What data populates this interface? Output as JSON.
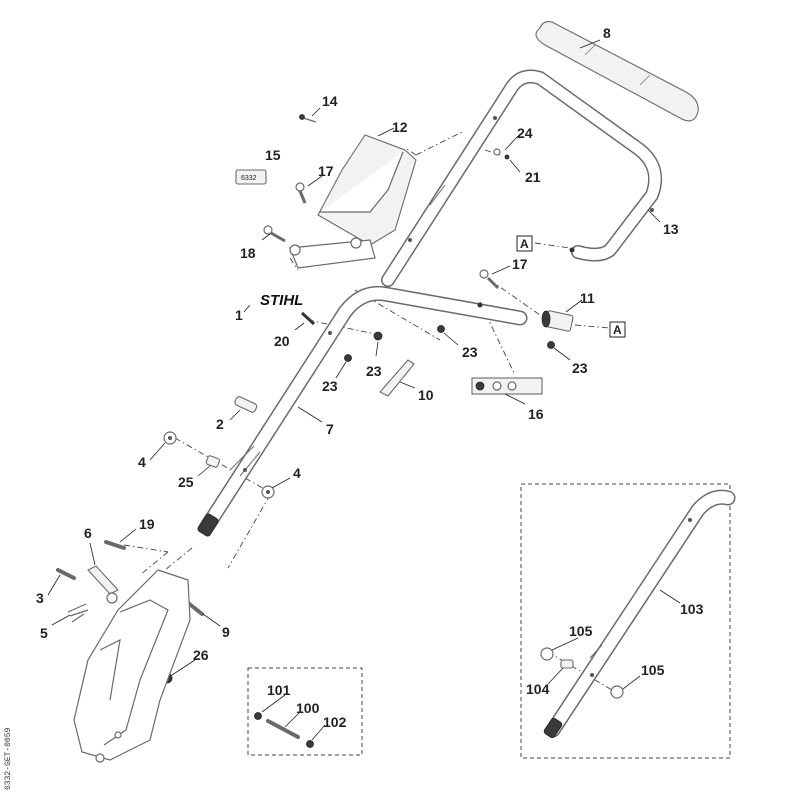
{
  "diagram": {
    "doc_code": "6332-GET-0059",
    "logo_text": "STIHL",
    "decal_text": "6332",
    "callouts": {
      "c1": "1",
      "c2": "2",
      "c3": "3",
      "c4a": "4",
      "c4b": "4",
      "c5": "5",
      "c6": "6",
      "c7": "7",
      "c8": "8",
      "c9": "9",
      "c10": "10",
      "c11": "11",
      "c12": "12",
      "c13": "13",
      "c14": "14",
      "c15": "15",
      "c16": "16",
      "c17a": "17",
      "c17b": "17",
      "c18": "18",
      "c19": "19",
      "c20": "20",
      "c21": "21",
      "c23a": "23",
      "c23b": "23",
      "c23c": "23",
      "c23d": "23",
      "c24": "24",
      "c25": "25",
      "c26": "26",
      "c100": "100",
      "c101": "101",
      "c102": "102",
      "c103": "103",
      "c104": "104",
      "c105a": "105",
      "c105b": "105"
    },
    "ref_markers": {
      "a1": "A",
      "a2": "A"
    }
  }
}
